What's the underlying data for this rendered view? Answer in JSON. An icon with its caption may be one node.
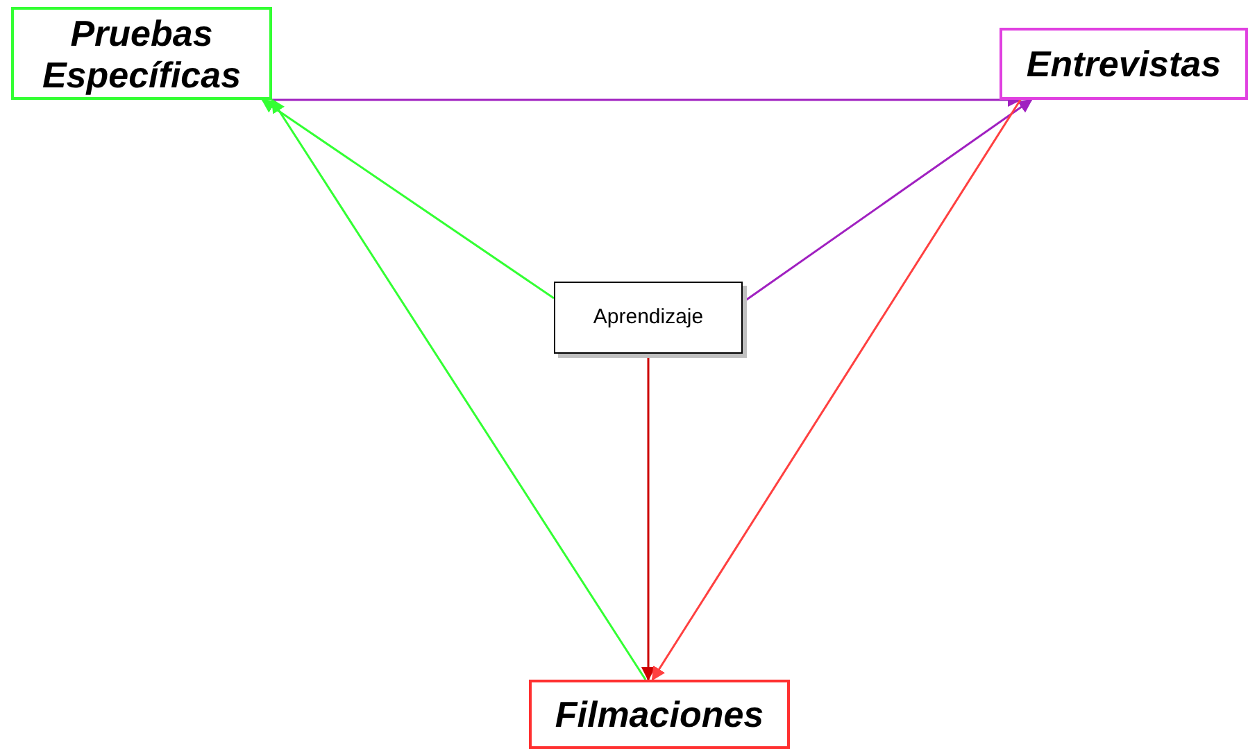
{
  "diagram": {
    "nodes": [
      {
        "text": [
          "Pruebas Específicas"
        ]
      },
      {
        "text": [
          "Entrevistas"
        ]
      },
      {
        "text": [
          "Aprendizaje"
        ]
      },
      {
        "text": [
          "Filmaciones"
        ]
      }
    ],
    "edges": [
      {
        "from": 0,
        "to": 1,
        "arrow": "to",
        "color": "#a020c0"
      },
      {
        "from": 2,
        "to": 0,
        "arrow": "to",
        "color": "#33ff33"
      },
      {
        "from": 2,
        "to": 1,
        "arrow": "to",
        "color": "#a020c0"
      },
      {
        "from": 2,
        "to": 3,
        "arrow": "to",
        "color": "#cc0000"
      },
      {
        "from": 1,
        "to": 3,
        "arrow": "to",
        "color": "#ff4040"
      },
      {
        "from": 3,
        "to": 0,
        "arrow": "to",
        "color": "#33ff33"
      }
    ]
  }
}
